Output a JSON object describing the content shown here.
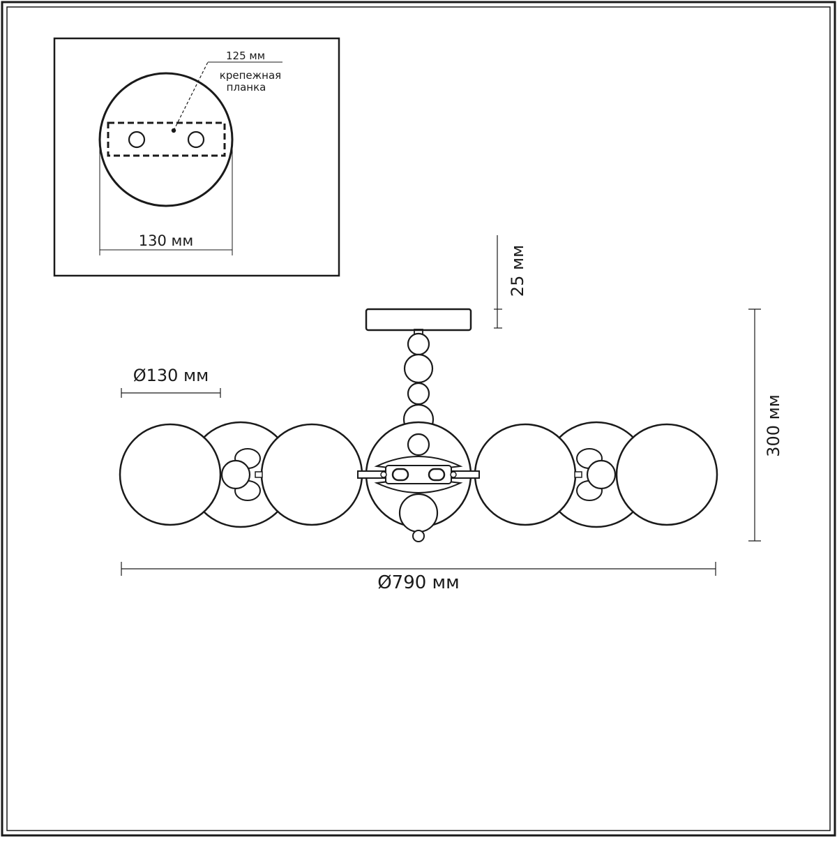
{
  "inset": {
    "plate_width_label": "125 мм",
    "bracket_label_line1": "крепежная",
    "bracket_label_line2": "планка",
    "base_diameter_label": "130 мм"
  },
  "main": {
    "canopy_height_label": "25 мм",
    "shade_diameter_label": "Ø130 мм",
    "total_height_label": "300 мм",
    "total_diameter_label": "Ø790 мм"
  }
}
